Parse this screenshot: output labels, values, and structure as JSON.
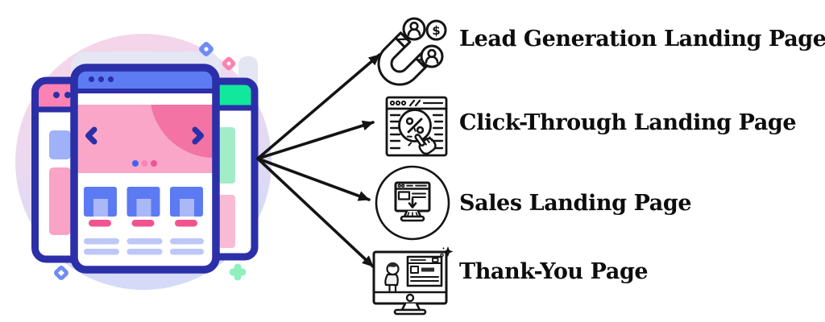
{
  "figure": {
    "type": "diagram",
    "items": [
      {
        "label": "Lead Generation Landing Page",
        "icon": "lead-magnet-icon"
      },
      {
        "label": "Click-Through Landing Page",
        "icon": "click-through-browser-icon"
      },
      {
        "label": "Sales Landing Page",
        "icon": "sales-monitor-circle-icon"
      },
      {
        "label": "Thank-You Page",
        "icon": "thank-you-monitor-icon"
      }
    ],
    "glyphs": {
      "dollar": "$"
    },
    "illustration": {
      "name": "browser-windows-illustration",
      "colors": {
        "navy": "#2b2fa8",
        "blue": "#5d7bf3",
        "light_blue": "#a9b7f7",
        "pink": "#f9a6c8",
        "hot_pink": "#f273a4",
        "deep_pink": "#f2538e",
        "green": "#12e89c",
        "light_green": "#a3ecc8",
        "lavender": "#e4e6f4",
        "arrow_black": "#141414"
      }
    }
  }
}
